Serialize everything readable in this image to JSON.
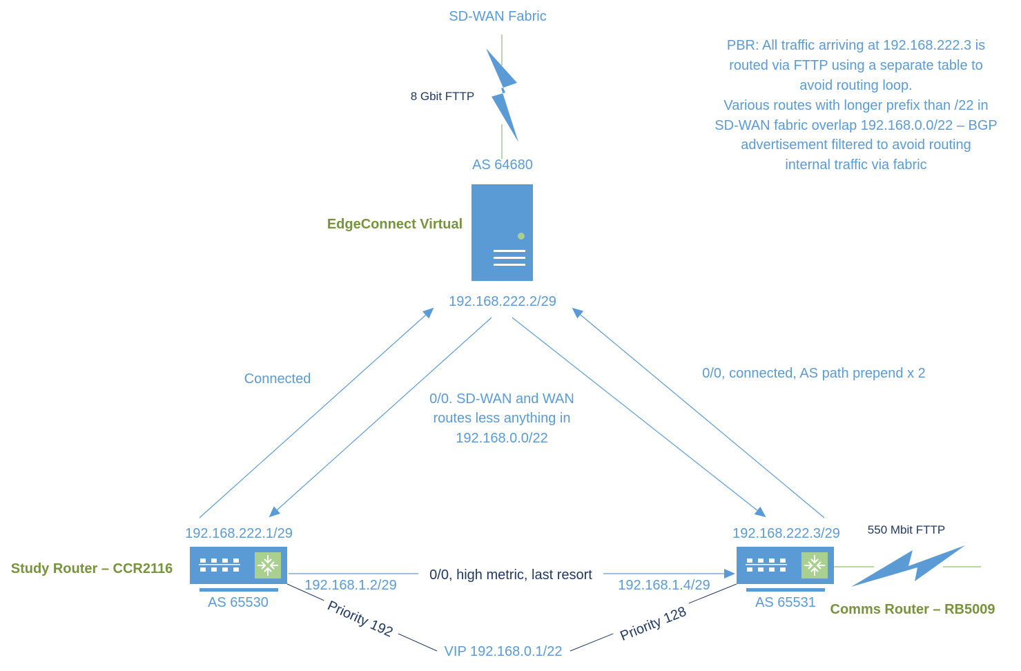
{
  "colors": {
    "link_text": "#5b9bd5",
    "dark_text": "#1f3864",
    "device_label": "#77933c",
    "device_fill": "#5b9bd5",
    "router_port_fill": "#a9d08e",
    "wan_link_line": "#70ad47",
    "lightning": "#5b9bd5",
    "connector": "#5b9bd5",
    "vrrp_line": "#1f3864"
  },
  "icons": {
    "server": "server-icon",
    "router": "router-icon",
    "wan_link": "lightning-icon"
  },
  "fabric": {
    "title": "SD-WAN Fabric",
    "link_label": "8 Gbit FTTP"
  },
  "note": {
    "lines": [
      "PBR: All traffic arriving at 192.168.222.3 is",
      "routed via FTTP using a separate table to",
      "avoid routing loop.",
      "Various routes with longer prefix than /22 in",
      "SD-WAN fabric overlap 192.168.0.0/22 – BGP",
      "advertisement filtered to avoid routing",
      "internal traffic via fabric"
    ]
  },
  "edgeconnect": {
    "as_label": "AS 64680",
    "name": "EdgeConnect Virtual",
    "ip": "192.168.222.2/29"
  },
  "study_router": {
    "name": "Study Router – CCR2116",
    "wan_ip": "192.168.222.1/29",
    "as_label": "AS 65530",
    "lan_ip": "192.168.1.2/29"
  },
  "comms_router": {
    "name": "Comms Router – RB5009",
    "wan_ip": "192.168.222.3/29",
    "as_label": "AS 65531",
    "lan_ip": "192.168.1.4/29",
    "link_label": "550 Mbit FTTP"
  },
  "links": {
    "study_to_edge": "Connected",
    "edge_to_routers": [
      "0/0.  SD-WAN and WAN",
      "routes less anything in",
      "192.168.0.0/22"
    ],
    "comms_to_edge": "0/0, connected, AS path prepend x 2",
    "comms_to_study": "0/0, high metric, last resort"
  },
  "vrrp": {
    "study_priority": "Priority 192",
    "comms_priority": "Priority 128",
    "vip": "VIP 192.168.0.1/22"
  }
}
